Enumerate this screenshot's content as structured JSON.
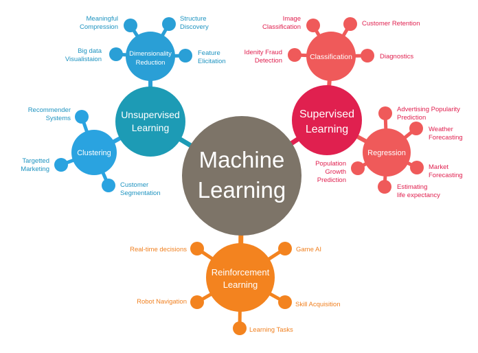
{
  "center": {
    "line1": "Machine",
    "line2": "Learning",
    "color": "#7d7468"
  },
  "colors": {
    "unsupervised": "#1d9bb5",
    "dimensionality": "#2a9fd6",
    "clustering": "#2aa3e0",
    "supervised": "#e0204f",
    "classification": "#ef5a5a",
    "regression": "#ef5a5a",
    "reinforcement": "#f3831f",
    "blue_text": "#1d93c0",
    "red_text": "#e0204f",
    "orange_text": "#f08020"
  },
  "unsupervised": {
    "title": [
      "Unsupervised",
      "Learning"
    ],
    "dimensionality": {
      "title": [
        "Dimensionality",
        "Reduction"
      ],
      "leaves": [
        [
          "Meaningful",
          "Compression"
        ],
        [
          "Structure",
          "Discovery"
        ],
        [
          "Big data",
          "Visualistaion"
        ],
        [
          "Feature",
          "Elicitation"
        ]
      ]
    },
    "clustering": {
      "title": [
        "Clustering"
      ],
      "leaves": [
        [
          "Recommender",
          "Systems"
        ],
        [
          "Targetted",
          "Marketing"
        ],
        [
          "Customer",
          "Segmentation"
        ]
      ]
    }
  },
  "supervised": {
    "title": [
      "Supervised",
      "Learning"
    ],
    "classification": {
      "title": [
        "Classification"
      ],
      "leaves": [
        [
          "Image",
          "Classification"
        ],
        [
          "Customer Retention"
        ],
        [
          "Idenity Fraud",
          "Detection"
        ],
        [
          "Diagnostics"
        ]
      ]
    },
    "regression": {
      "title": [
        "Regression"
      ],
      "leaves": [
        [
          "Advertising Popularity",
          "Prediction"
        ],
        [
          "Weather",
          "Forecasting"
        ],
        [
          "Population",
          "Growth",
          "Prediction"
        ],
        [
          "Market",
          "Forecasting"
        ],
        [
          "Estimating",
          "life expectancy"
        ]
      ]
    }
  },
  "reinforcement": {
    "title": [
      "Reinforcement",
      "Learning"
    ],
    "leaves": [
      [
        "Real-time decisions"
      ],
      [
        "Game AI"
      ],
      [
        "Robot Navigation"
      ],
      [
        "Skill Acquisition"
      ],
      [
        "Learning Tasks"
      ]
    ]
  }
}
